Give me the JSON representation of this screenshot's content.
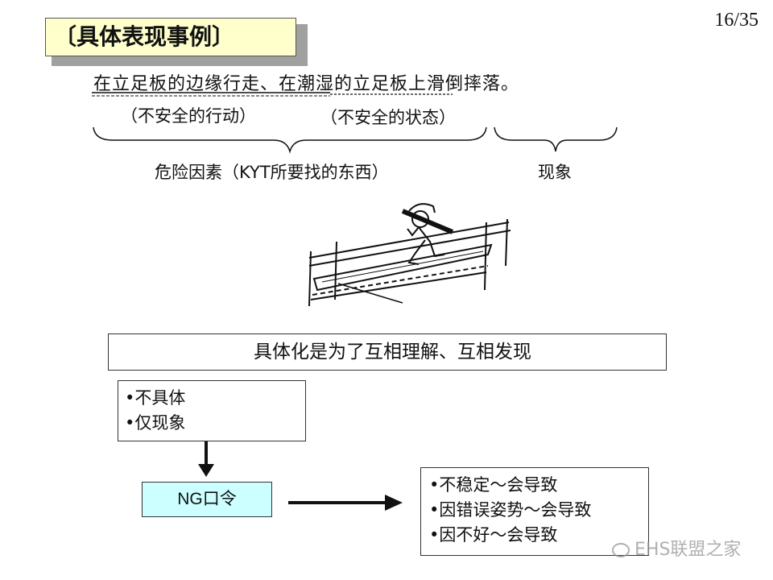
{
  "slide": {
    "title": "〔具体表现事例〕",
    "page_number": "16/35"
  },
  "example": {
    "sentence_part1": "在立足板的边缘行走、",
    "sentence_part2": "在潮湿的立足板上",
    "sentence_part3": "滑倒摔落。",
    "unsafe_action": "（不安全的行动）",
    "unsafe_state": "（不安全的状态）",
    "hazard_factor": "危险因素（KYT所要找的东西）",
    "phenomenon": "现象"
  },
  "illustration": {
    "icon": "worker-carrying-board-on-scaffold-illustration"
  },
  "banner": {
    "text": "具体化是为了互相理解、互相发现"
  },
  "bad_examples": {
    "items": [
      "•不具体",
      "•仅现象"
    ]
  },
  "ng_box": {
    "label": "NG口令"
  },
  "ng_phrases": {
    "items": [
      "•不稳定～会导致",
      "•因错误姿势～会导致",
      "•因不好～会导致"
    ]
  },
  "watermark": {
    "text": "EHS联盟之家"
  },
  "colors": {
    "title_bg": "#ffffcc",
    "ng_bg": "#ccffff",
    "shadow": "#a0a0a0"
  }
}
